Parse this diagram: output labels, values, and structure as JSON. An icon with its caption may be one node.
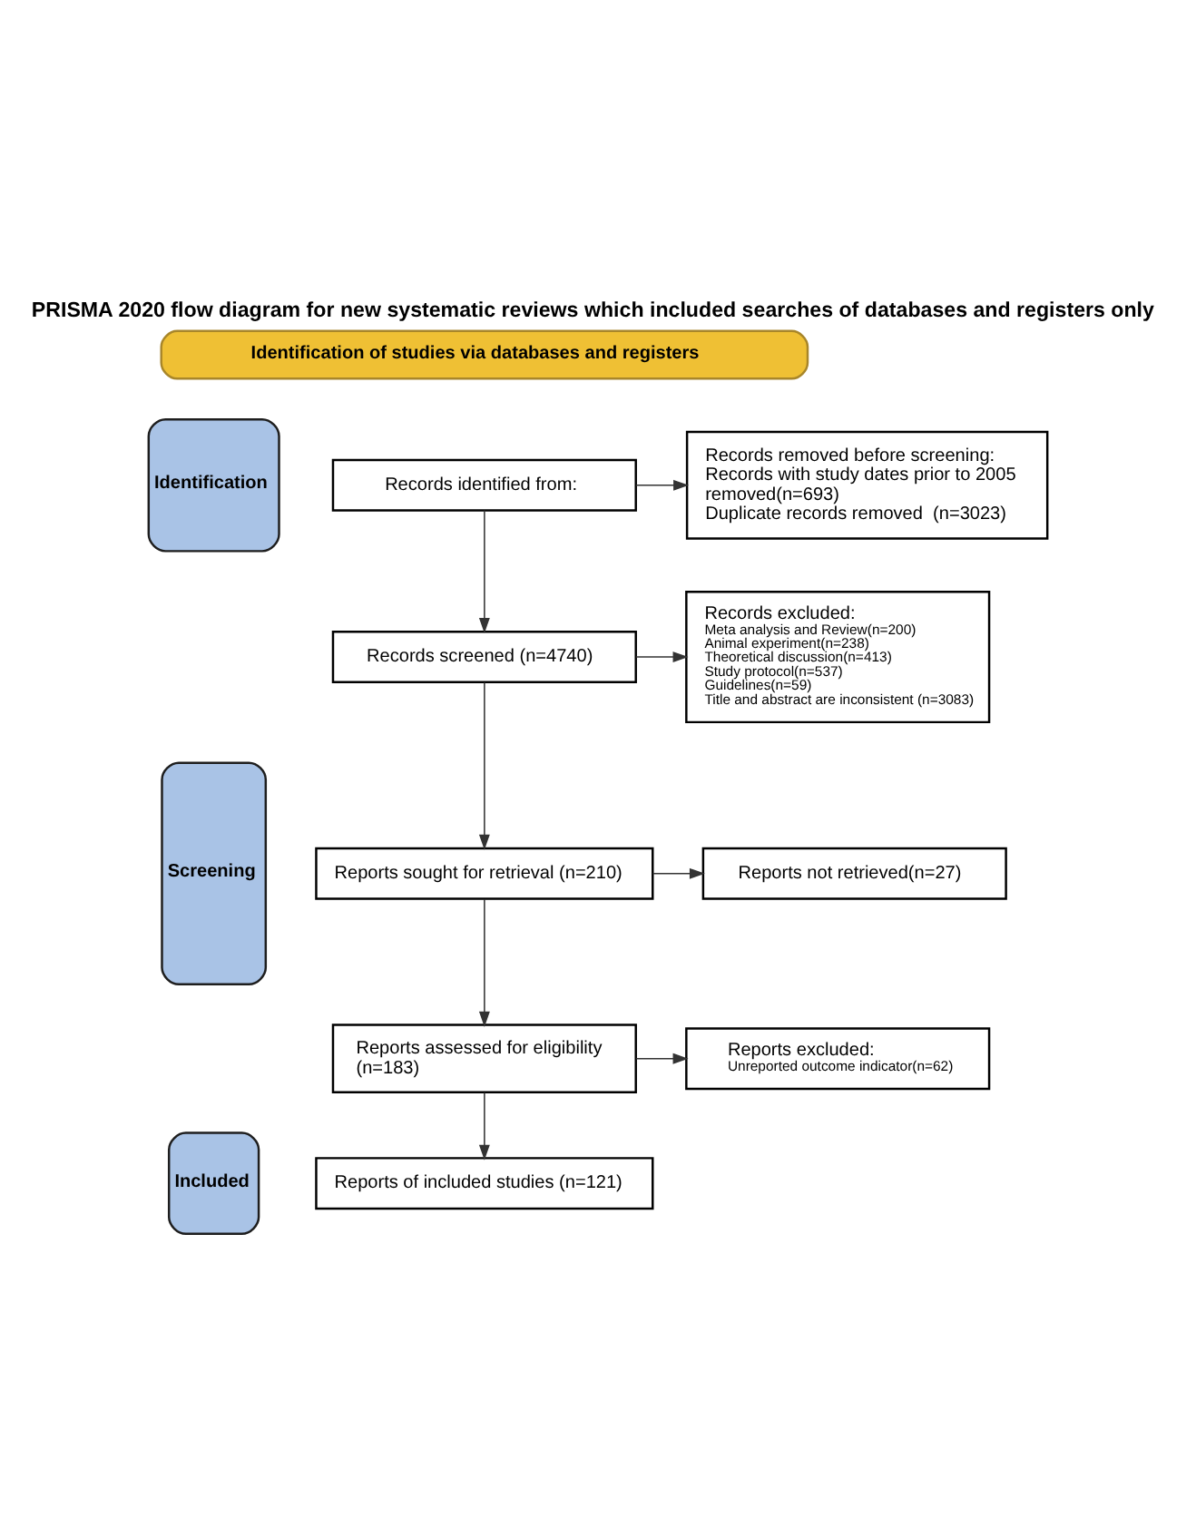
{
  "diagram": {
    "title": "PRISMA 2020 flow diagram for new systematic reviews which included searches of databases and registers only",
    "nodes": [
      {
        "text": [
          "Identification of studies via databases and registers"
        ]
      },
      {
        "text": [
          "Identification"
        ]
      },
      {
        "text": [
          "Records identified from:"
        ]
      },
      {
        "text": [
          "Records removed before screening:",
          "Records with study dates prior to 2005 removed(n=693)",
          "Duplicate records removed  (n=3023)"
        ]
      },
      {
        "text": [
          "Screening"
        ]
      },
      {
        "text": [
          "Records screened (n=4740)"
        ]
      },
      {
        "text": [
          "Records excluded:",
          "Meta analysis and Review(n=200)",
          "Animal experiment(n=238)",
          "Theoretical discussion(n=413)",
          "Study protocol(n=537)",
          "Guidelines(n=59)",
          "Title and abstract are inconsistent (n=3083)"
        ]
      },
      {
        "text": [
          "Reports sought for retrieval (n=210)"
        ]
      },
      {
        "text": [
          "Reports not retrieved(n=27)"
        ]
      },
      {
        "text": [
          "Reports assessed for eligibility (n=183)"
        ]
      },
      {
        "text": [
          "Reports excluded:",
          "Unreported outcome indicator(n=62)"
        ]
      },
      {
        "text": [
          "Included"
        ]
      },
      {
        "text": [
          "Reports of included studies (n=121)"
        ]
      }
    ],
    "edges": [
      {
        "from": 2,
        "to": 3,
        "arrow": "to"
      },
      {
        "from": 2,
        "to": 5,
        "arrow": "to"
      },
      {
        "from": 5,
        "to": 6,
        "arrow": "to"
      },
      {
        "from": 5,
        "to": 7,
        "arrow": "to"
      },
      {
        "from": 7,
        "to": 8,
        "arrow": "to"
      },
      {
        "from": 7,
        "to": 9,
        "arrow": "to"
      },
      {
        "from": 9,
        "to": 10,
        "arrow": "to"
      },
      {
        "from": 9,
        "to": 12,
        "arrow": "to"
      }
    ]
  }
}
